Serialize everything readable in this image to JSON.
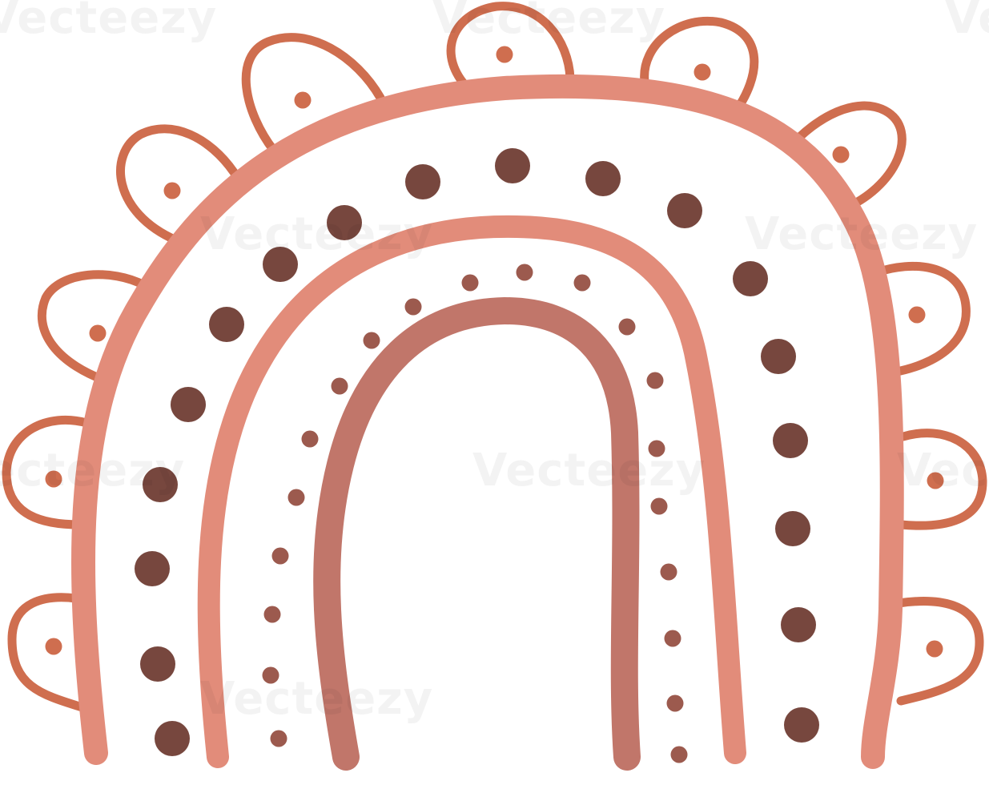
{
  "artwork": {
    "subject": "boho-rainbow",
    "colors": {
      "outer_arc": "#E28C7A",
      "middle_arc": "#E28C7A",
      "inner_arc": "#C1766A",
      "petal_outline": "#CF6E4F",
      "dark_dots": "#77473E",
      "small_dots": "#9C5A4E",
      "background": "#FFFFFF"
    }
  },
  "watermark": {
    "text": "Vecteezy",
    "visible_instances": [
      "Vecteezy",
      "Vecteezy",
      "Vecteezy",
      "Vecteezy",
      "Vecteezy",
      "Vecteezy",
      "Vecteezy",
      "Vecteezy",
      "Vecteezy"
    ]
  }
}
